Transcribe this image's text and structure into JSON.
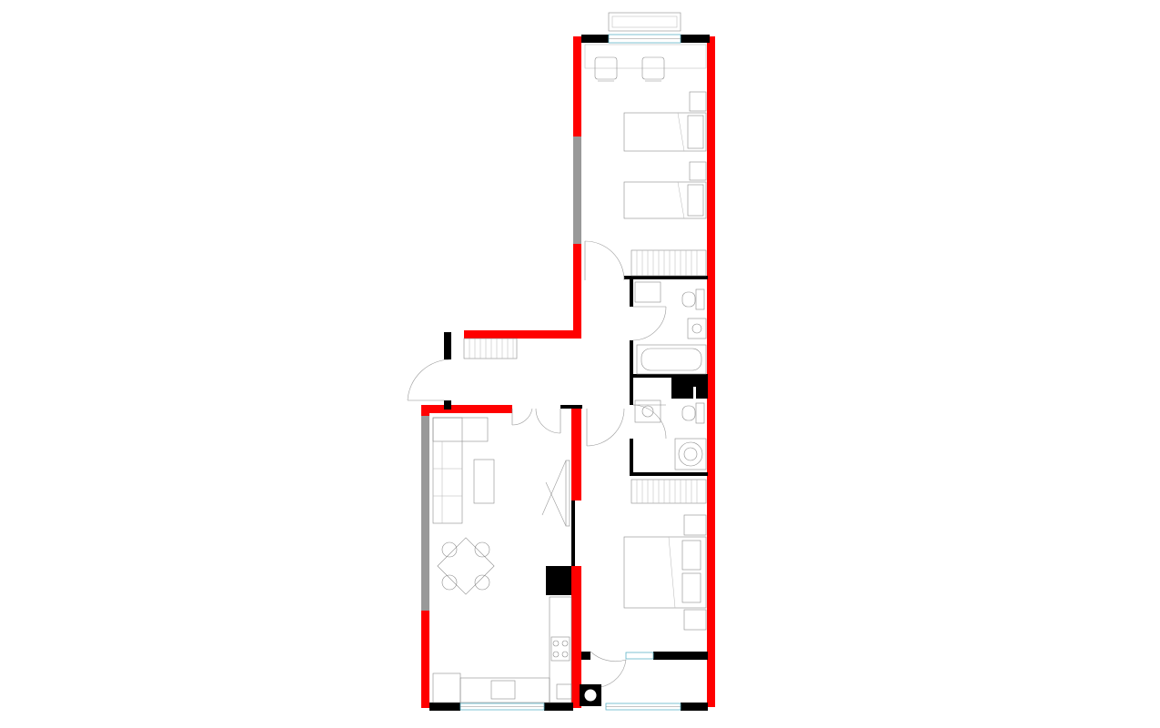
{
  "plan": {
    "type": "apartment floor plan",
    "colors": {
      "exterior_wall": "#ff0000",
      "interior_wall": "#000000",
      "glazed_wall": "#999999",
      "window_glass": "#5fb4c8",
      "furniture_line": "#8a8a8a",
      "background": "#ffffff"
    },
    "rooms": [
      "bedroom-twin",
      "bathroom",
      "toilet-laundry",
      "hallway",
      "kitchen-living",
      "bedroom-double",
      "entrance-hall"
    ]
  }
}
